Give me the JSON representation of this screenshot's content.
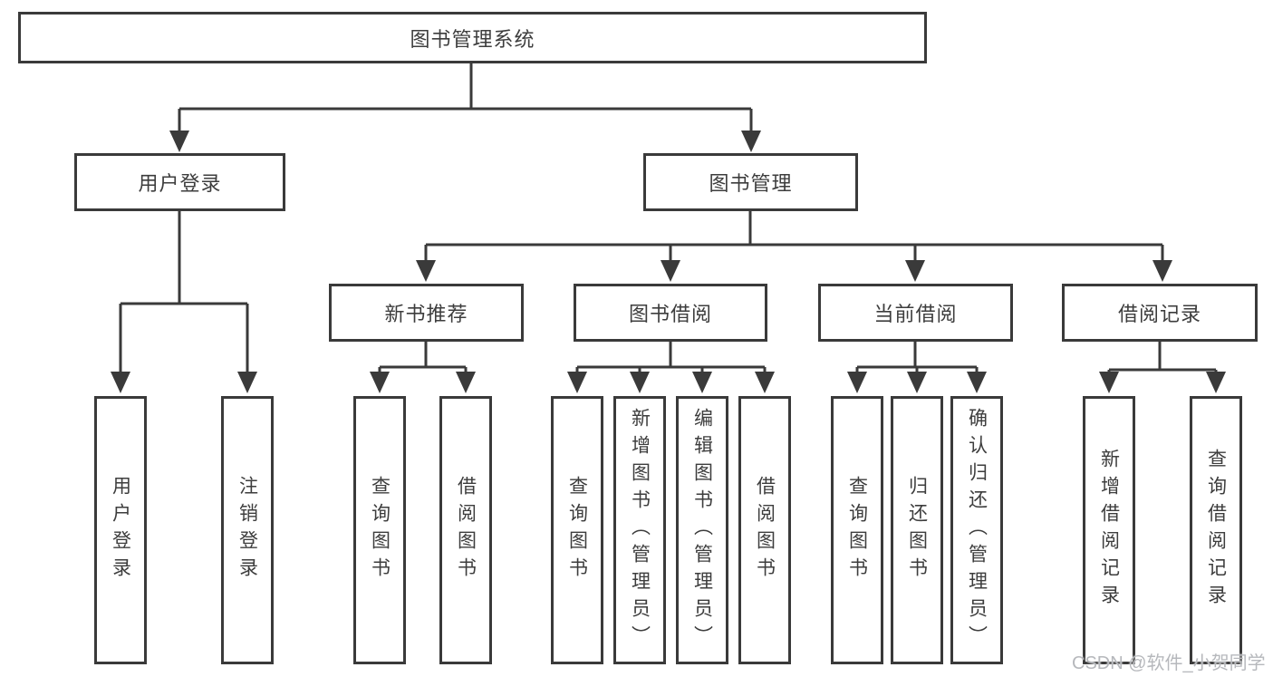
{
  "colors": {
    "line": "#3a3a3a",
    "text": "#3d3d3d",
    "background": "#ffffff",
    "watermark": "#b6b8bc"
  },
  "watermark": "CSDN @软件_小贺同学",
  "tree": {
    "root": {
      "label": "图书管理系统"
    },
    "branches": [
      {
        "label": "用户登录",
        "leaves": [
          "用户登录",
          "注销登录"
        ]
      },
      {
        "label": "图书管理",
        "groups": [
          {
            "label": "新书推荐",
            "leaves": [
              "查询图书",
              "借阅图书"
            ]
          },
          {
            "label": "图书借阅",
            "leaves": [
              "查询图书",
              "新增图书（管理员）",
              "编辑图书（管理员）",
              "借阅图书"
            ]
          },
          {
            "label": "当前借阅",
            "leaves": [
              "查询图书",
              "归还图书",
              "确认归还（管理员）"
            ]
          },
          {
            "label": "借阅记录",
            "leaves": [
              "新增借阅记录",
              "查询借阅记录"
            ]
          }
        ]
      }
    ]
  }
}
